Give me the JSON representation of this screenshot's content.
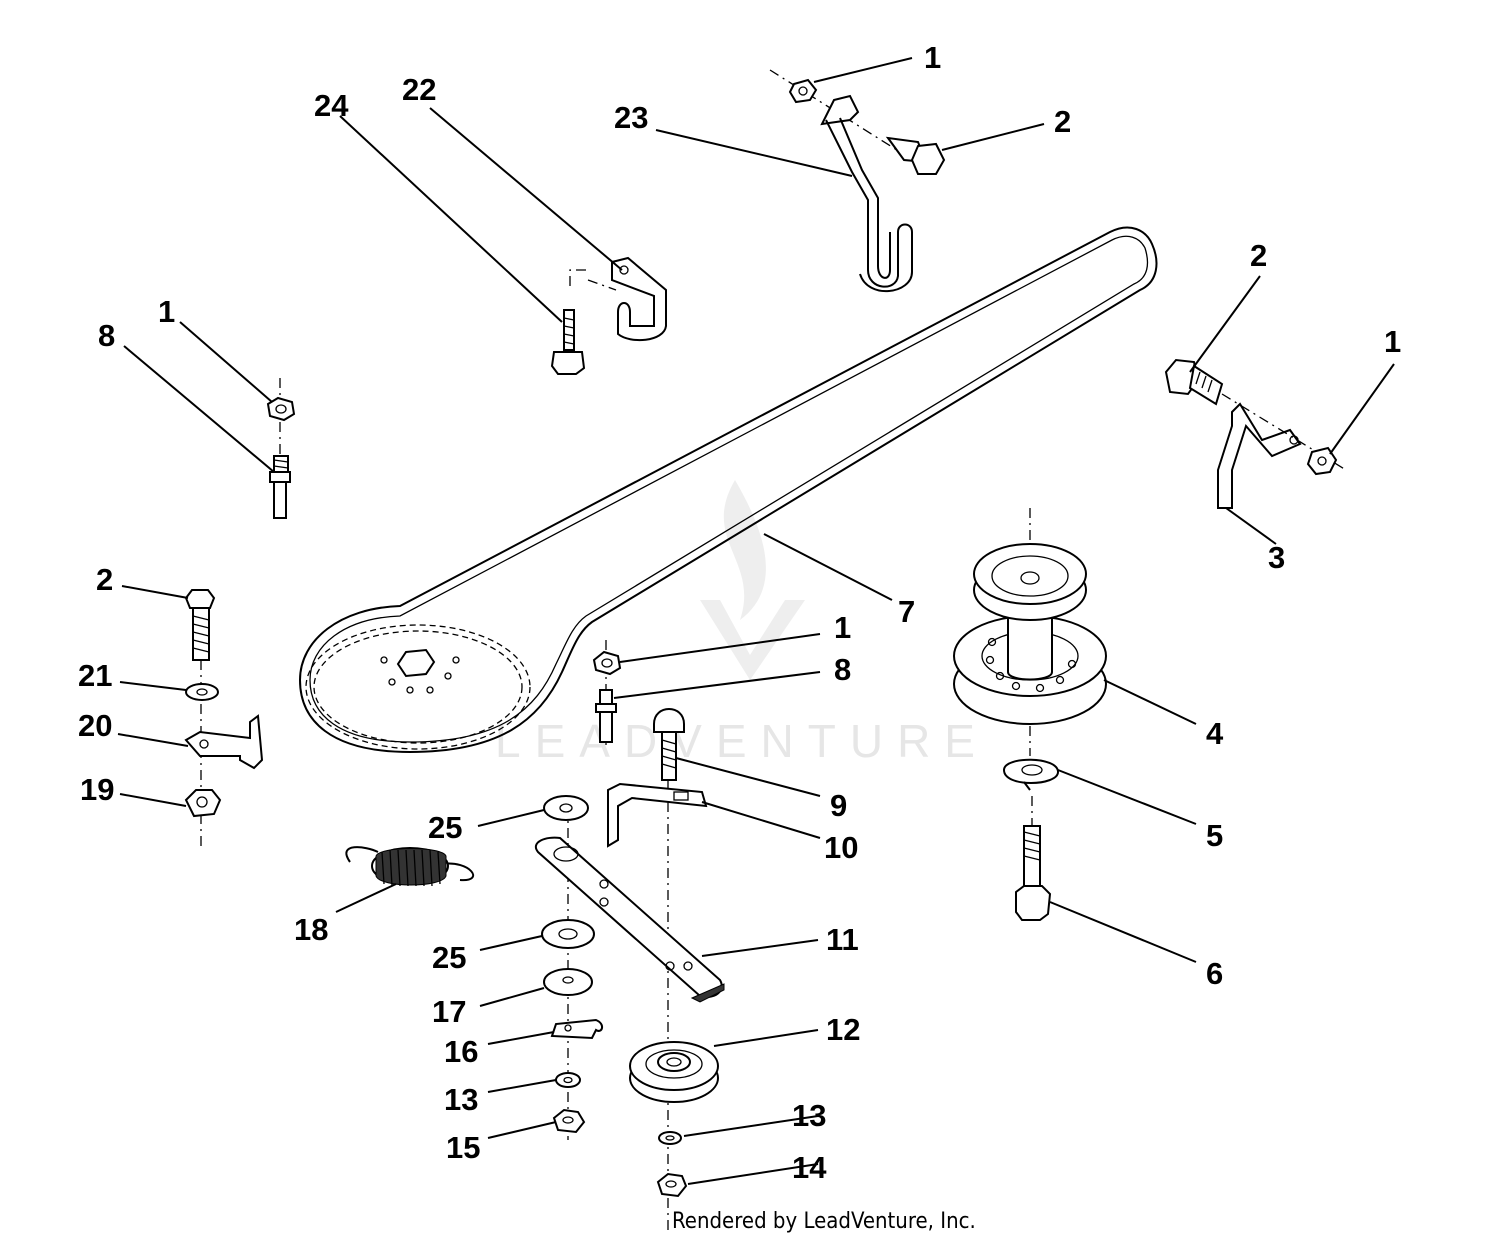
{
  "diagram": {
    "callouts": [
      "1",
      "2",
      "3",
      "4",
      "5",
      "6",
      "7",
      "8",
      "9",
      "10",
      "11",
      "12",
      "13",
      "14",
      "15",
      "16",
      "17",
      "18",
      "19",
      "20",
      "21",
      "22",
      "23",
      "24",
      "25"
    ],
    "watermark": "LEADVENTURE",
    "credit": "Rendered by LeadVenture, Inc."
  }
}
